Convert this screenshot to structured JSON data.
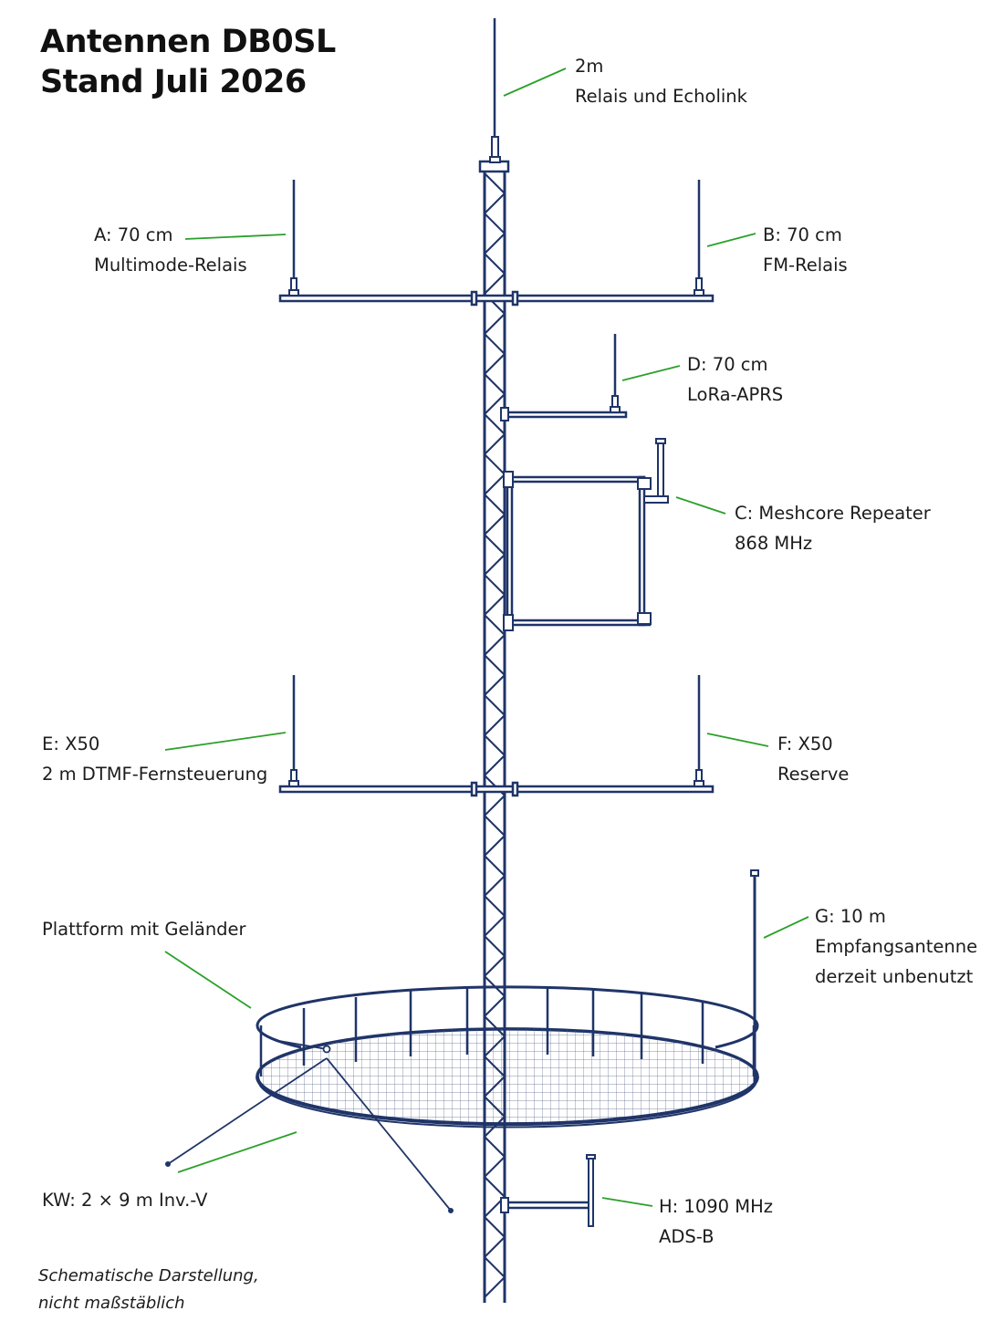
{
  "title": {
    "line1": "Antennen DB0SL",
    "line2": "Stand Juli 2026"
  },
  "labels": {
    "top": {
      "line1": "2m",
      "line2": "Relais und Echolink"
    },
    "a": {
      "line1": "A: 70 cm",
      "line2": "Multimode-Relais"
    },
    "b": {
      "line1": "B: 70 cm",
      "line2": "FM-Relais"
    },
    "d": {
      "line1": "D: 70 cm",
      "line2": "LoRa-APRS"
    },
    "c": {
      "line1": "C: Meshcore Repeater",
      "line2": "868 MHz"
    },
    "e": {
      "line1": "E: X50",
      "line2": "2 m DTMF-Fernsteuerung"
    },
    "f": {
      "line1": "F: X50",
      "line2": "Reserve"
    },
    "g": {
      "line1": "G: 10 m",
      "line2": "Empfangsantenne",
      "line3": "derzeit unbenutzt"
    },
    "platform": {
      "line1": "Plattform mit Geländer"
    },
    "kw": {
      "line1": "KW: 2 × 9 m Inv.-V"
    },
    "h": {
      "line1": "H: 1090 MHz",
      "line2": "ADS-B"
    }
  },
  "footnote": {
    "line1": "Schematische Darstellung,",
    "line2": "nicht maßstäblich"
  },
  "colors": {
    "structure": "#1f3468",
    "leader": "#2aa02a",
    "text": "#1c1c1c"
  }
}
